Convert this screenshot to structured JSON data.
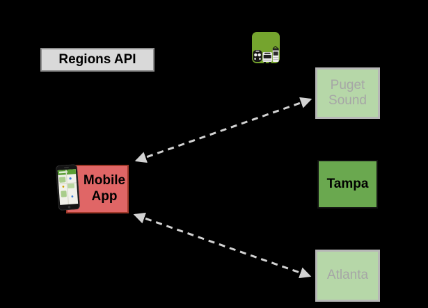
{
  "diagram": {
    "background_color": "#000000",
    "api_label": {
      "text": "Regions API",
      "fill": "#d9d9d9",
      "border_color": "#8e8e8e"
    },
    "mobile_app": {
      "label": "Mobile App",
      "fill": "#e06666",
      "border_color": "#a0392a",
      "text_color": "#000000"
    },
    "regions": [
      {
        "label": "Puget Sound",
        "dimmed": true,
        "fill": "#b6d7a8",
        "border_color": "#b7b7b7",
        "text_color": "#a6a6a6"
      },
      {
        "label": "Tampa",
        "dimmed": false,
        "fill": "#6aa84f",
        "border_color": "#111111",
        "text_color": "#000000"
      },
      {
        "label": "Atlanta",
        "dimmed": true,
        "fill": "#b6d7a8",
        "border_color": "#b7b7b7",
        "text_color": "#a6a6a6"
      }
    ],
    "icons": {
      "transit_app_icon": {
        "name": "transit-app-icon",
        "background_color": "#75a42e"
      },
      "phone_icon": {
        "name": "smartphone-icon",
        "screen_header_color": "#5b9e35"
      }
    },
    "arrows": [
      {
        "from": "mobile-app",
        "to": "region-puget-sound",
        "style": "dashed",
        "heads": "both",
        "color": "#d2d2d2"
      },
      {
        "from": "mobile-app",
        "to": "region-atlanta",
        "style": "dashed",
        "heads": "both",
        "color": "#d2d2d2"
      }
    ]
  }
}
